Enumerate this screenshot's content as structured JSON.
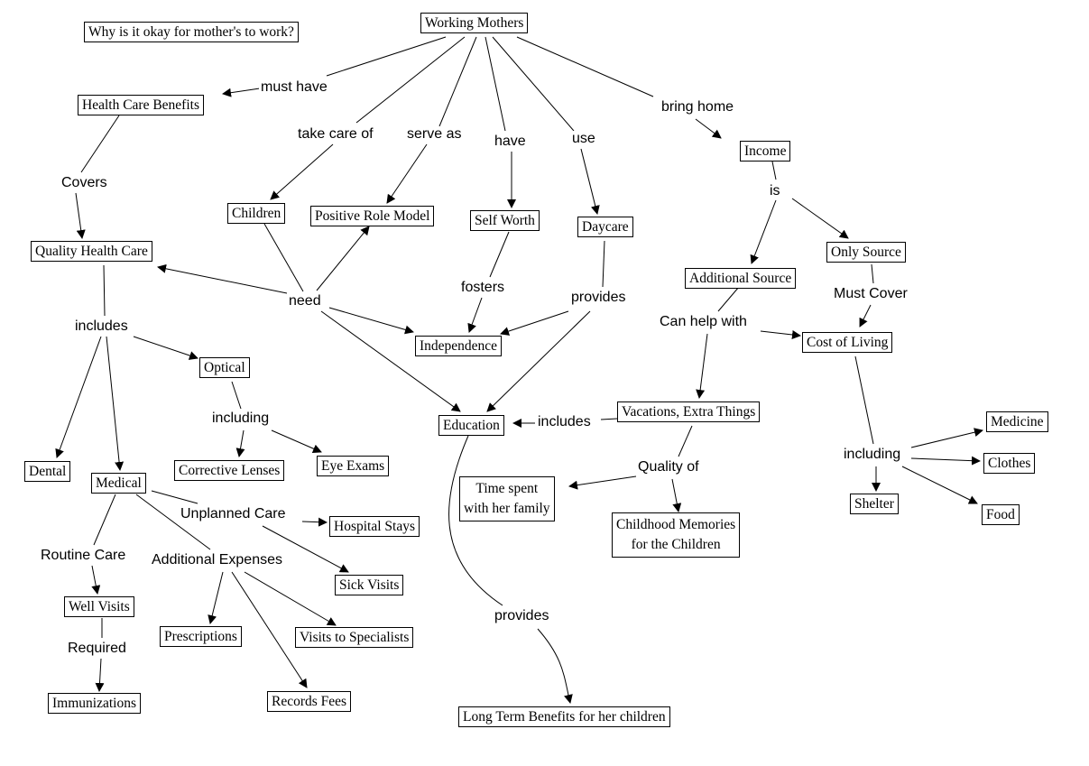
{
  "title": "Why is it okay for mother's to work?",
  "nodes": {
    "working_mothers": "Working Mothers",
    "health_care_benefits": "Health Care Benefits",
    "quality_health_care": "Quality Health Care",
    "children": "Children",
    "positive_role_model": "Positive Role Model",
    "self_worth": "Self Worth",
    "daycare": "Daycare",
    "income": "Income",
    "only_source": "Only Source",
    "additional_source": "Additional Source",
    "cost_of_living": "Cost of Living",
    "independence": "Independence",
    "optical": "Optical",
    "education": "Education",
    "vacations": "Vacations, Extra Things",
    "dental": "Dental",
    "medical": "Medical",
    "corrective_lenses": "Corrective Lenses",
    "eye_exams": "Eye Exams",
    "time_spent_line1": "Time spent",
    "time_spent_line2": "with her family",
    "childhood_memories_line1": "Childhood Memories",
    "childhood_memories_line2": "for the Children",
    "medicine": "Medicine",
    "clothes": "Clothes",
    "shelter": "Shelter",
    "food": "Food",
    "hospital_stays": "Hospital Stays",
    "sick_visits": "Sick Visits",
    "well_visits": "Well Visits",
    "prescriptions": "Prescriptions",
    "visits_to_specialists": "Visits to Specialists",
    "immunizations": "Immunizations",
    "records_fees": "Records Fees",
    "long_term_benefits": "Long Term Benefits for her children"
  },
  "links": {
    "must_have": "must have",
    "take_care_of": "take care of",
    "serve_as": "serve as",
    "have": "have",
    "use": "use",
    "bring_home": "bring home",
    "covers": "Covers",
    "is": "is",
    "need": "need",
    "fosters": "fosters",
    "provides_daycare": "provides",
    "must_cover": "Must Cover",
    "can_help_with": "Can help with",
    "includes_qhc": "includes",
    "including_optical": "including",
    "includes_vacations": "includes",
    "quality_of": "Quality of",
    "including_col": "including",
    "unplanned_care": "Unplanned Care",
    "routine_care": "Routine Care",
    "additional_expenses": "Additional Expenses",
    "required": "Required",
    "provides_education": "provides"
  }
}
